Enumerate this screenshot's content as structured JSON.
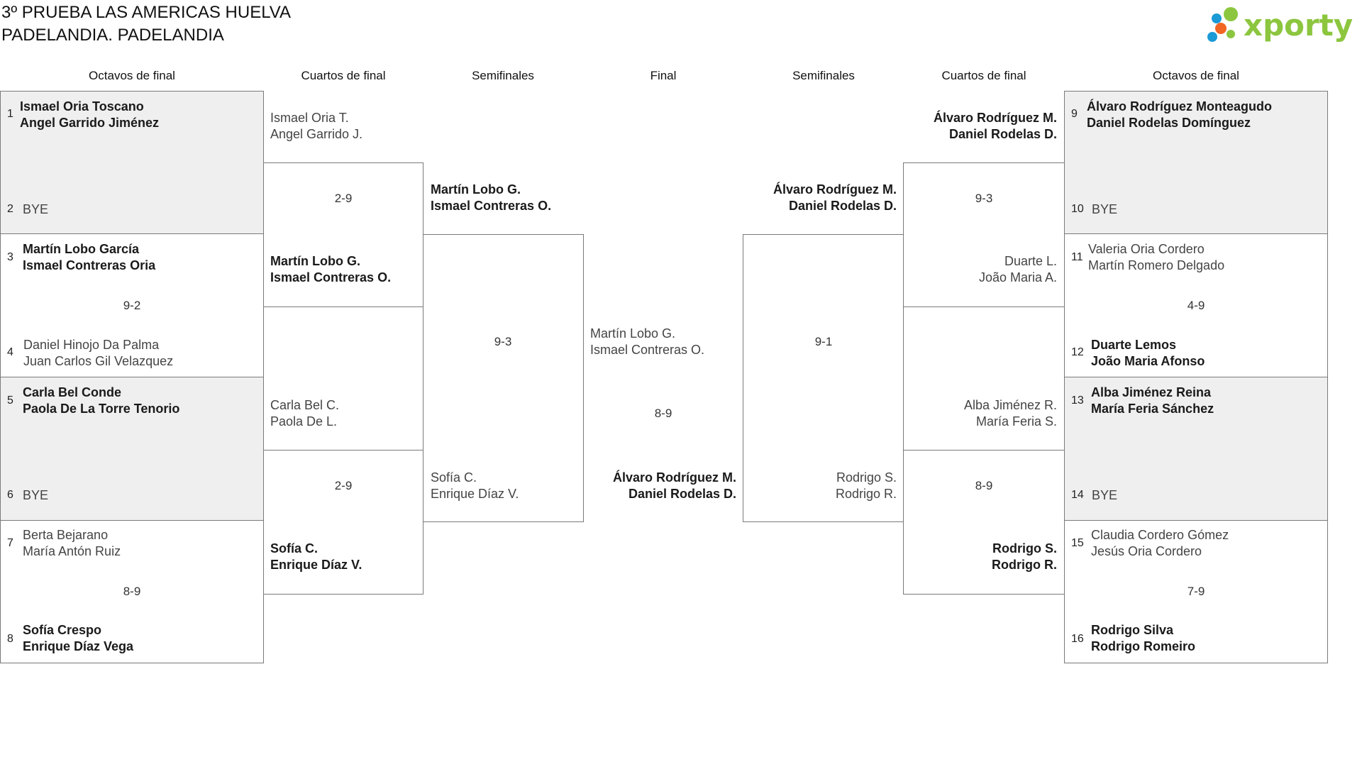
{
  "tournament": {
    "title_line1": "3º PRUEBA LAS AMERICAS HUELVA",
    "title_line2": "PADELANDIA. PADELANDIA"
  },
  "brand": {
    "logo_text": "xporty",
    "colors": {
      "green": "#8cc63f",
      "blue": "#1b9ad6",
      "orange": "#f26522",
      "lime": "#8cc63f"
    }
  },
  "rounds": {
    "left": [
      "Octavos de final",
      "Cuartos de final",
      "Semifinales"
    ],
    "center": "Final",
    "right": [
      "Semifinales",
      "Cuartos de final",
      "Octavos de final"
    ]
  },
  "left_octavos": [
    {
      "seed1": "1",
      "p1a": "Ismael Oria Toscano",
      "p1b": "Angel Garrido Jiménez",
      "seed2": "2",
      "p2a": "BYE",
      "p2b": "",
      "score": ""
    },
    {
      "seed1": "3",
      "p1a": "Martín Lobo García",
      "p1b": "Ismael Contreras Oria",
      "seed2": "4",
      "p2a": "Daniel Hinojo Da Palma",
      "p2b": "Juan Carlos Gil Velazquez",
      "score": "9-2"
    },
    {
      "seed1": "5",
      "p1a": "Carla Bel Conde",
      "p1b": "Paola De La Torre Tenorio",
      "seed2": "6",
      "p2a": "BYE",
      "p2b": "",
      "score": ""
    },
    {
      "seed1": "7",
      "p1a": "Berta Bejarano",
      "p1b": "María Antón Ruiz",
      "seed2": "8",
      "p2a": "Sofía Crespo",
      "p2b": "Enrique Díaz Vega",
      "score": "8-9"
    }
  ],
  "right_octavos": [
    {
      "seed1": "9",
      "p1a": "Álvaro Rodríguez Monteagudo",
      "p1b": "Daniel Rodelas Domínguez",
      "seed2": "10",
      "p2a": "BYE",
      "p2b": "",
      "score": ""
    },
    {
      "seed1": "11",
      "p1a": "Valeria Oria Cordero",
      "p1b": "Martín Romero Delgado",
      "seed2": "12",
      "p2a": "Duarte Lemos",
      "p2b": "João Maria Afonso",
      "score": "4-9"
    },
    {
      "seed1": "13",
      "p1a": "Alba Jiménez Reina",
      "p1b": "María Feria Sánchez",
      "seed2": "14",
      "p2a": "BYE",
      "p2b": "",
      "score": ""
    },
    {
      "seed1": "15",
      "p1a": "Claudia Cordero Gómez",
      "p1b": "Jesús Oria Cordero",
      "seed2": "16",
      "p2a": "Rodrigo Silva",
      "p2b": "Rodrigo Romeiro",
      "score": "7-9"
    }
  ],
  "left_cuartos": [
    {
      "t1a": "Ismael Oria T.",
      "t1b": "Angel Garrido J.",
      "t2a": "Martín Lobo G.",
      "t2b": "Ismael Contreras O.",
      "score": "2-9"
    },
    {
      "t1a": "Carla Bel C.",
      "t1b": "Paola De L.",
      "t2a": "Sofía C.",
      "t2b": "Enrique Díaz V.",
      "score": "2-9"
    }
  ],
  "right_cuartos": [
    {
      "t1a": "Álvaro Rodríguez M.",
      "t1b": "Daniel Rodelas D.",
      "t2a": "Duarte L.",
      "t2b": "João Maria A.",
      "score": "9-3"
    },
    {
      "t1a": "Alba Jiménez R.",
      "t1b": "María Feria S.",
      "t2a": "Rodrigo S.",
      "t2b": "Rodrigo R.",
      "score": "8-9"
    }
  ],
  "left_semi": {
    "t1a": "Martín Lobo G.",
    "t1b": "Ismael Contreras O.",
    "t2a": "Sofía C.",
    "t2b": "Enrique Díaz V.",
    "score": "9-3"
  },
  "right_semi": {
    "t1a": "Álvaro Rodríguez M.",
    "t1b": "Daniel Rodelas D.",
    "t2a": "Rodrigo S.",
    "t2b": "Rodrigo R.",
    "score": "9-1"
  },
  "final": {
    "t1a": "Martín Lobo G.",
    "t1b": "Ismael Contreras O.",
    "t2a": "Álvaro Rodríguez M.",
    "t2b": "Daniel Rodelas D.",
    "score": "8-9"
  }
}
